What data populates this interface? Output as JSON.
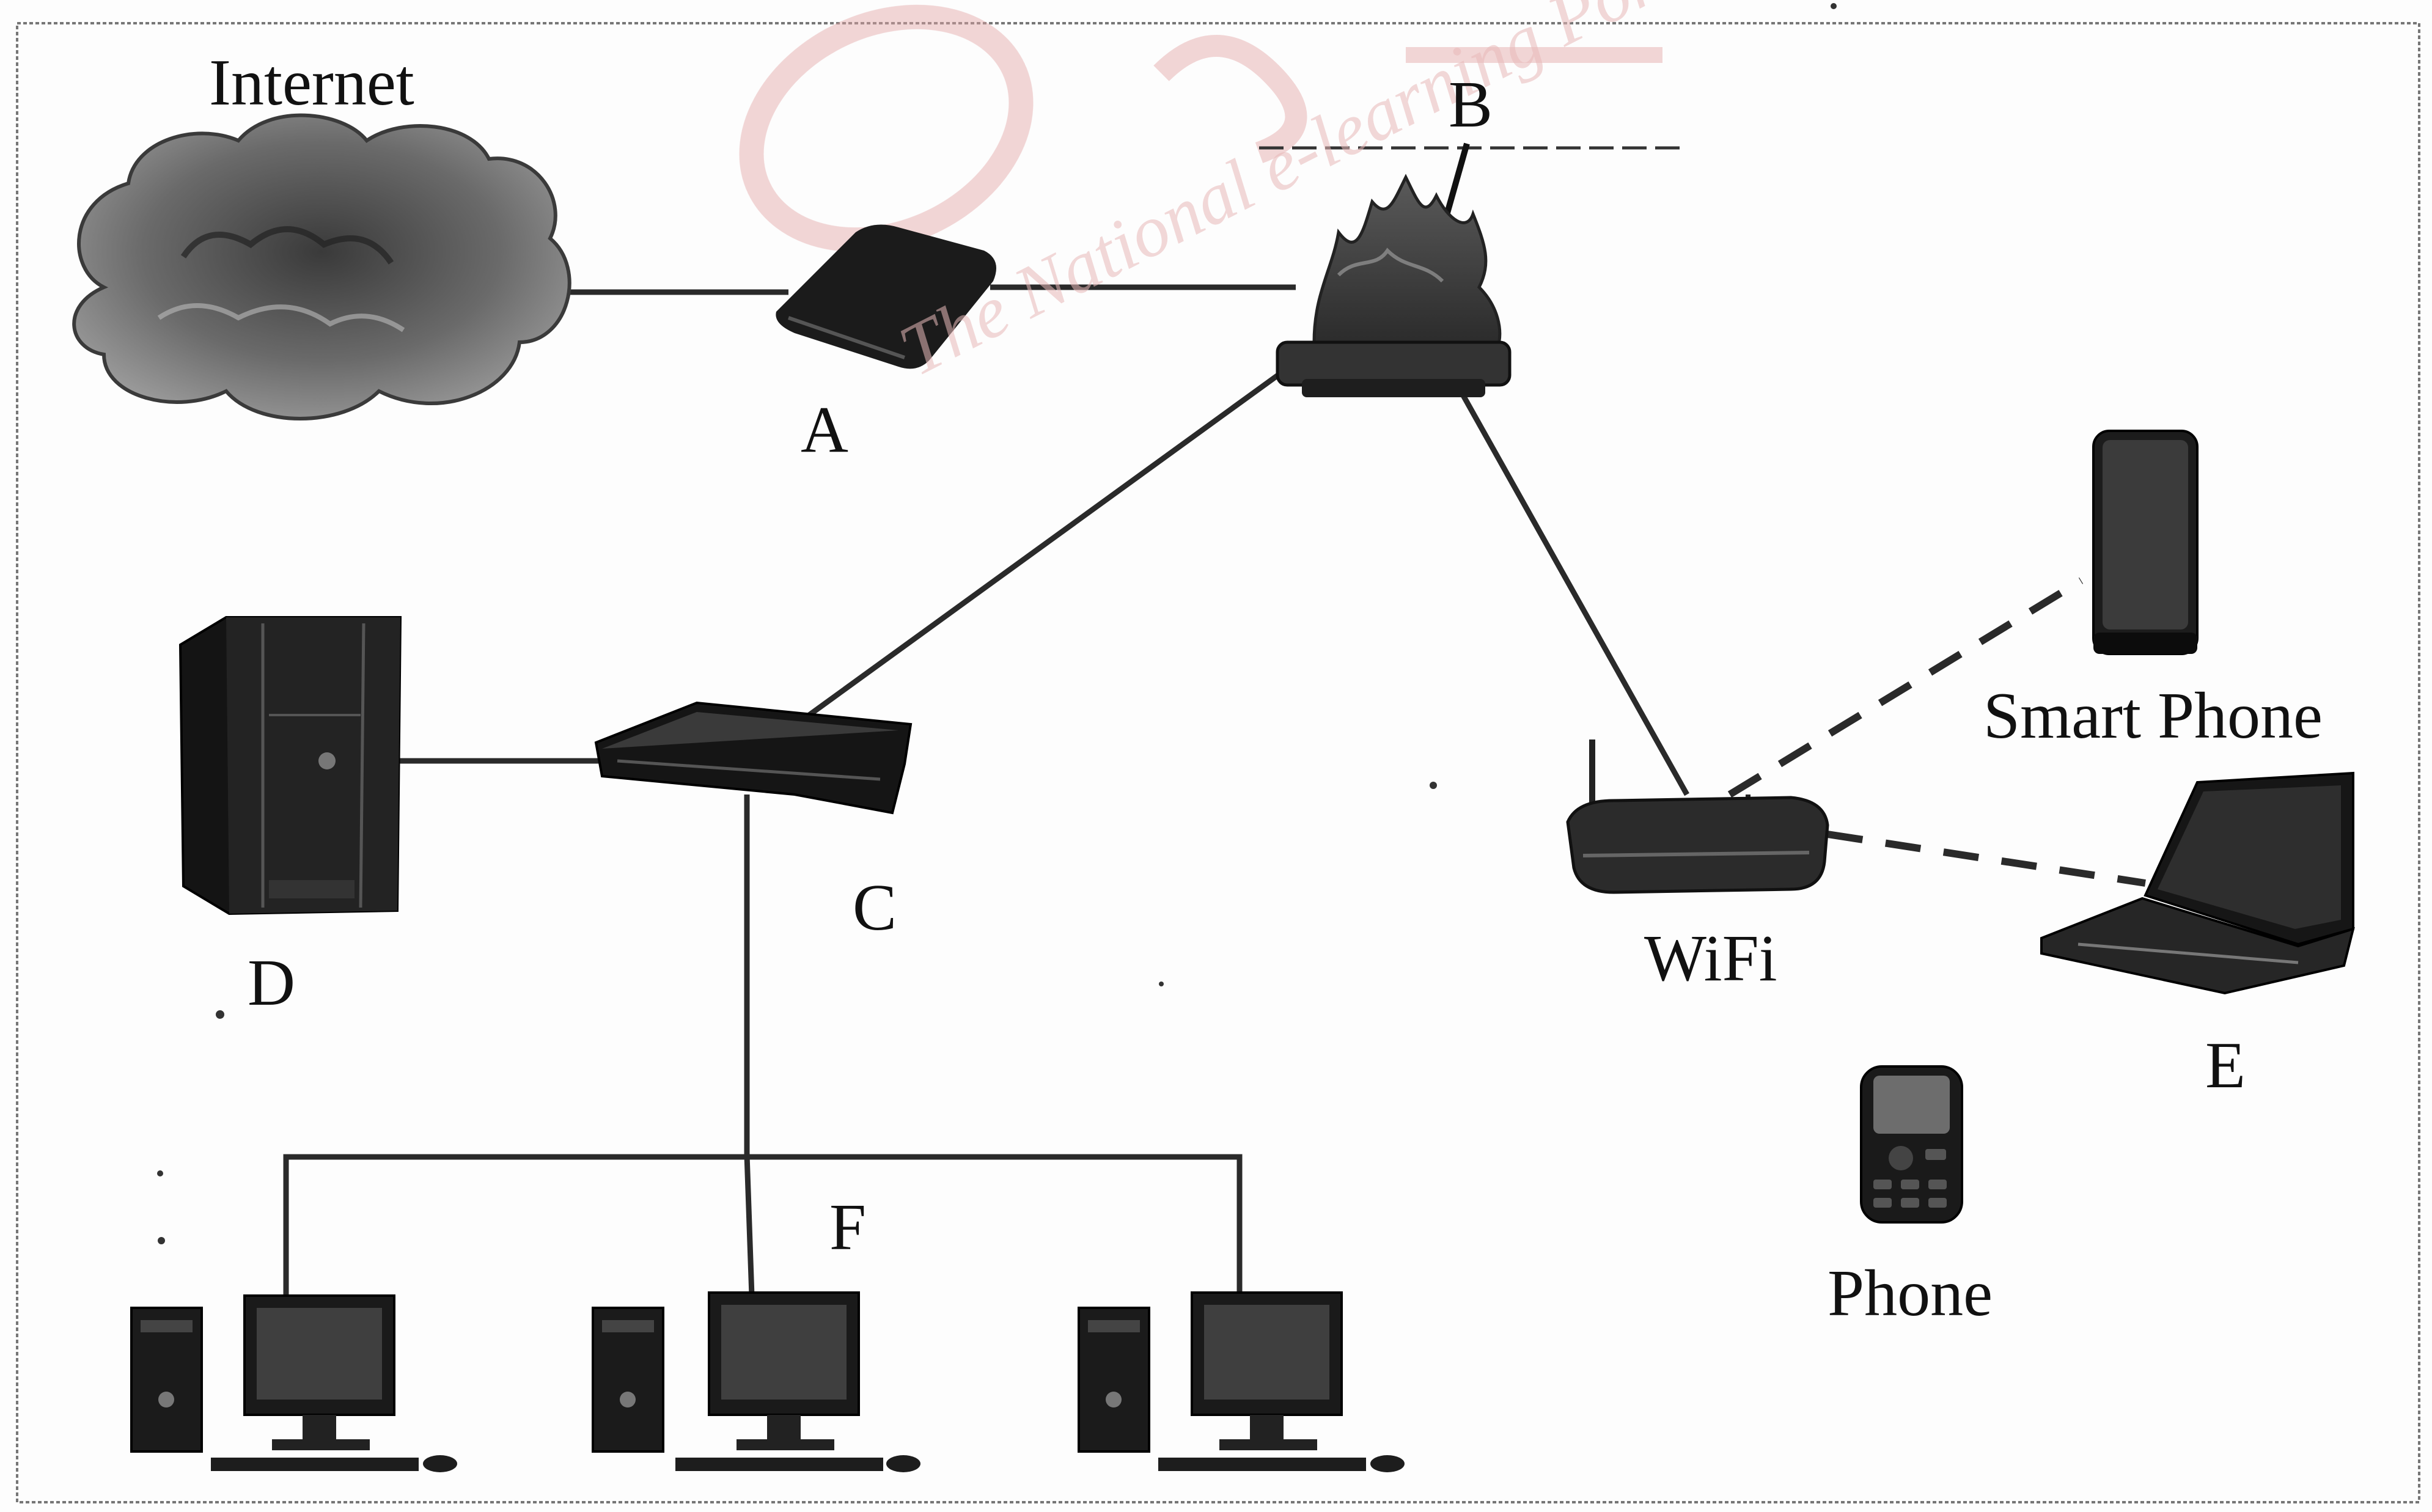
{
  "labels": {
    "internet": "Internet",
    "a": "A",
    "b": "B",
    "c": "C",
    "d": "D",
    "e": "E",
    "f": "F",
    "wifi": "WiFi",
    "smart_phone": "Smart Phone",
    "phone": "Phone"
  },
  "watermark": {
    "text": "The National e-learning Portal"
  },
  "colors": {
    "line": "#2a2a2a",
    "device": "#1b1b1b",
    "cloud": "#6d6d6d",
    "watermark": "#e2a4a4"
  }
}
